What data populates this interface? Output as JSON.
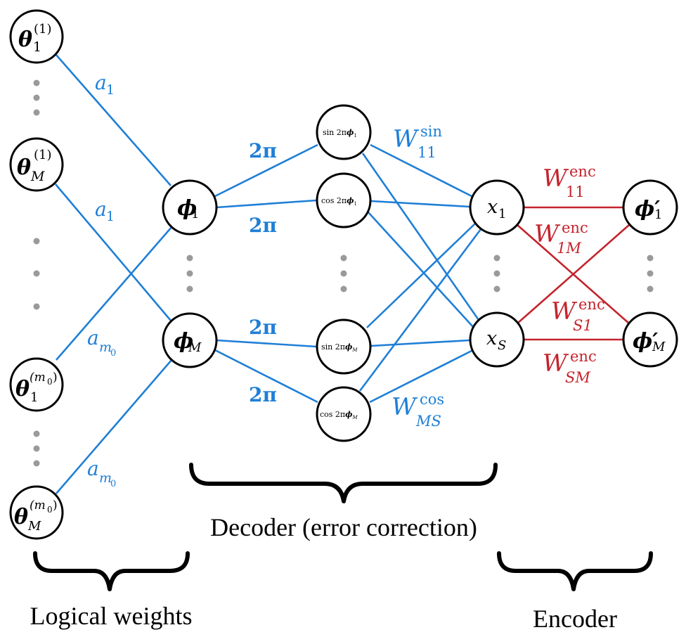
{
  "nodes": {
    "theta_1_1": {
      "base": "θ",
      "sub": "1",
      "sup": "(1)"
    },
    "theta_M_1": {
      "base": "θ",
      "sub": "M",
      "sup": "(1)"
    },
    "theta_1_m0": {
      "base": "θ",
      "sub": "1",
      "sup": "(m",
      "sup_sub": "0",
      "sup_close": ")"
    },
    "theta_M_m0": {
      "base": "θ",
      "sub": "M",
      "sup": "(m",
      "sup_sub": "0",
      "sup_close": ")"
    },
    "phi_1": {
      "base": "ϕ",
      "sub": "1"
    },
    "phi_M": {
      "base": "ϕ",
      "sub": "M"
    },
    "sin_phi_1": {
      "fn": "sin 2π",
      "base": "ϕ",
      "sub": "1"
    },
    "cos_phi_1": {
      "fn": "cos 2π",
      "base": "ϕ",
      "sub": "1"
    },
    "sin_phi_M": {
      "fn": "sin 2π",
      "base": "ϕ",
      "sub": "M"
    },
    "cos_phi_M": {
      "fn": "cos 2π",
      "base": "ϕ",
      "sub": "M"
    },
    "x_1": {
      "base": "x",
      "sub": "1"
    },
    "x_S": {
      "base": "x",
      "sub": "S"
    },
    "phi_prime_1": {
      "base": "ϕ′",
      "sub": "1"
    },
    "phi_prime_M": {
      "base": "ϕ′",
      "sub": "M"
    }
  },
  "edge_labels": {
    "a1_top": {
      "base": "a",
      "sub": "1"
    },
    "a1_mid": {
      "base": "a",
      "sub": "1"
    },
    "am0_top": {
      "base": "a",
      "sub": "m",
      "subsub": "0"
    },
    "am0_bot": {
      "base": "a",
      "sub": "m",
      "subsub": "0"
    },
    "two_pi_1": "2π",
    "two_pi_2": "2π",
    "two_pi_3": "2π",
    "two_pi_4": "2π",
    "w_sin_11": {
      "base": "W",
      "sup": "sin",
      "sub": "11"
    },
    "w_cos_MS": {
      "base": "W",
      "sup": "cos",
      "sub": "MS"
    },
    "w_enc_11": {
      "base": "W",
      "sup": "enc",
      "sub": "11"
    },
    "w_enc_1M": {
      "base": "W",
      "sup": "enc",
      "sub": "1M"
    },
    "w_enc_S1": {
      "base": "W",
      "sup": "enc",
      "sub": "S1"
    },
    "w_enc_SM": {
      "base": "W",
      "sup": "enc",
      "sub": "SM"
    }
  },
  "captions": {
    "decoder": "Decoder (error correction)",
    "logical_weights": "Logical weights",
    "encoder": "Encoder"
  },
  "colors": {
    "decoder_edges": "#1f7fd6",
    "encoder_edges": "#c4242d",
    "ellipsis_dots": "#9a9a9a"
  }
}
